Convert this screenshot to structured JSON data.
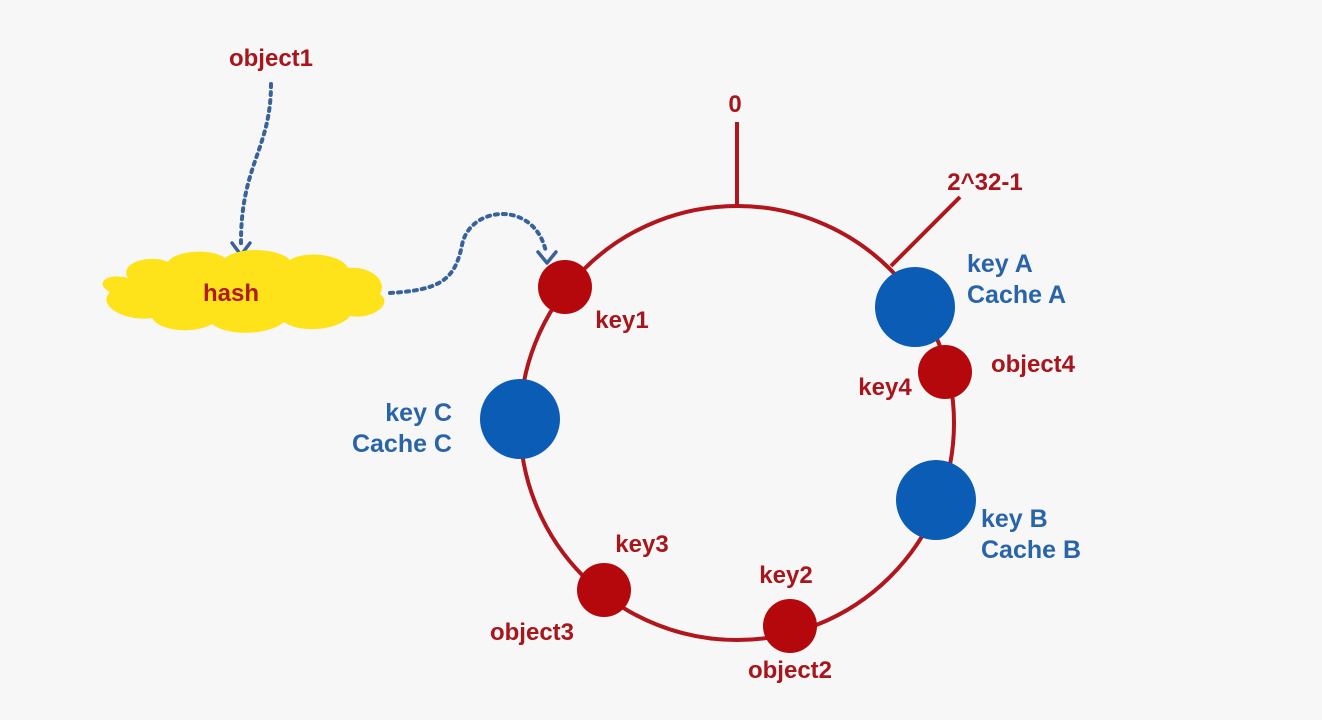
{
  "ring_labels": {
    "zero": "0",
    "max": "2^32-1"
  },
  "hash_label": "hash",
  "objects": {
    "object1": "object1",
    "object2": "object2",
    "object3": "object3",
    "object4": "object4"
  },
  "keys": {
    "key1": "key1",
    "key2": "key2",
    "key3": "key3",
    "key4": "key4"
  },
  "caches": {
    "a": {
      "key": "key A",
      "name": "Cache A"
    },
    "b": {
      "key": "key B",
      "name": "Cache B"
    },
    "c": {
      "key": "key C",
      "name": "Cache C"
    }
  },
  "colors": {
    "ring": "#b0161c",
    "object_node": "#b4080d",
    "cache_node": "#0b5cb4",
    "hash_cloud": "#ffe31a",
    "arrow": "#38629a"
  }
}
